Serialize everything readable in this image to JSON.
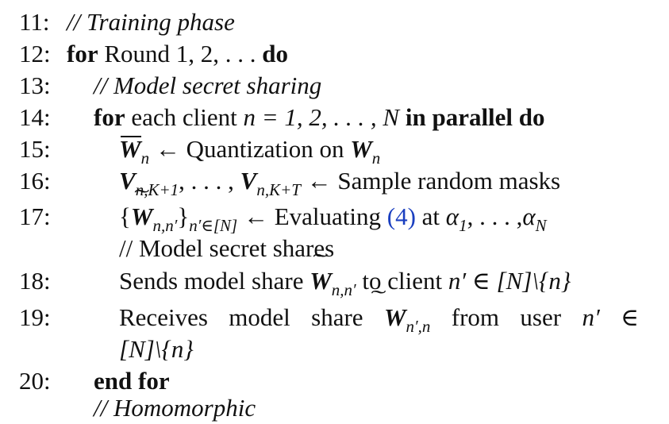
{
  "lines": [
    {
      "num": "11:",
      "text": "// Training phase"
    },
    {
      "num": "12:",
      "kw1": "for",
      "text": "Round 1, 2, . . .",
      "kw2": "do"
    },
    {
      "num": "13:",
      "text": "// Model secret sharing"
    },
    {
      "num": "14:",
      "kw1": "for",
      "text": "each client",
      "math": "n = 1, 2, . . . , N",
      "kw2": "in parallel do"
    },
    {
      "num": "15:",
      "sym": "W",
      "sub": "n",
      "arrow": "←",
      "text": "Quantization on",
      "sym2": "W",
      "sub2": "n"
    },
    {
      "num": "16:",
      "sym": "V",
      "sub": "n,K+1",
      "mid": ", . . . ,",
      "sym2": "V",
      "sub2": "n,K+T",
      "arrow": "←",
      "text": "Sample random masks"
    },
    {
      "num": "17:",
      "open": "{",
      "sym": "W",
      "sub": "n,n′",
      "close": "}",
      "sub2": "n′∈[N]",
      "arrow": "←",
      "text": "Evaluating",
      "ref": "(4)",
      "text2": "at",
      "math": "α",
      "sub3": "1",
      "mid": ", . . . ,",
      "math2": "α",
      "sub4": "N"
    },
    {
      "num": "",
      "text": "// Model secret shares"
    },
    {
      "num": "18:",
      "text": "Sends model share",
      "sym": "W",
      "sub": "n,n′",
      "text2": "to client",
      "math": "n′ ∈ [N]\\{n}"
    },
    {
      "num": "19:",
      "text": "Receives model share",
      "sym": "W",
      "sub": "n′,n",
      "text2": "from user",
      "math": "n′ ∈"
    },
    {
      "num": "",
      "math": "[N]\\{n}"
    },
    {
      "num": "20:",
      "kw1": "end for"
    }
  ],
  "cutoff_text": "// Homomorphic"
}
